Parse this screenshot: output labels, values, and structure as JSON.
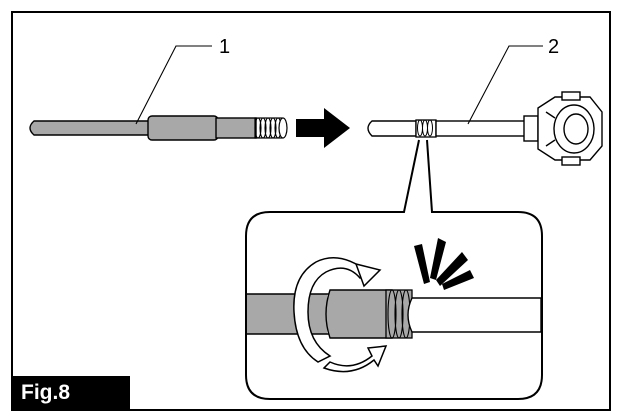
{
  "figure": {
    "label": "Fig.8"
  },
  "callouts": [
    {
      "id": "1"
    },
    {
      "id": "2"
    }
  ],
  "colors": {
    "line": "#000000",
    "rod_fill": "#a8a8a8",
    "nozzle_fill": "#ffffff",
    "arrow": "#000000"
  },
  "icons": {
    "direction_arrow": "right-arrow-icon",
    "rotation": "rotate-arrow-icon",
    "click": "click-burst-icon"
  }
}
